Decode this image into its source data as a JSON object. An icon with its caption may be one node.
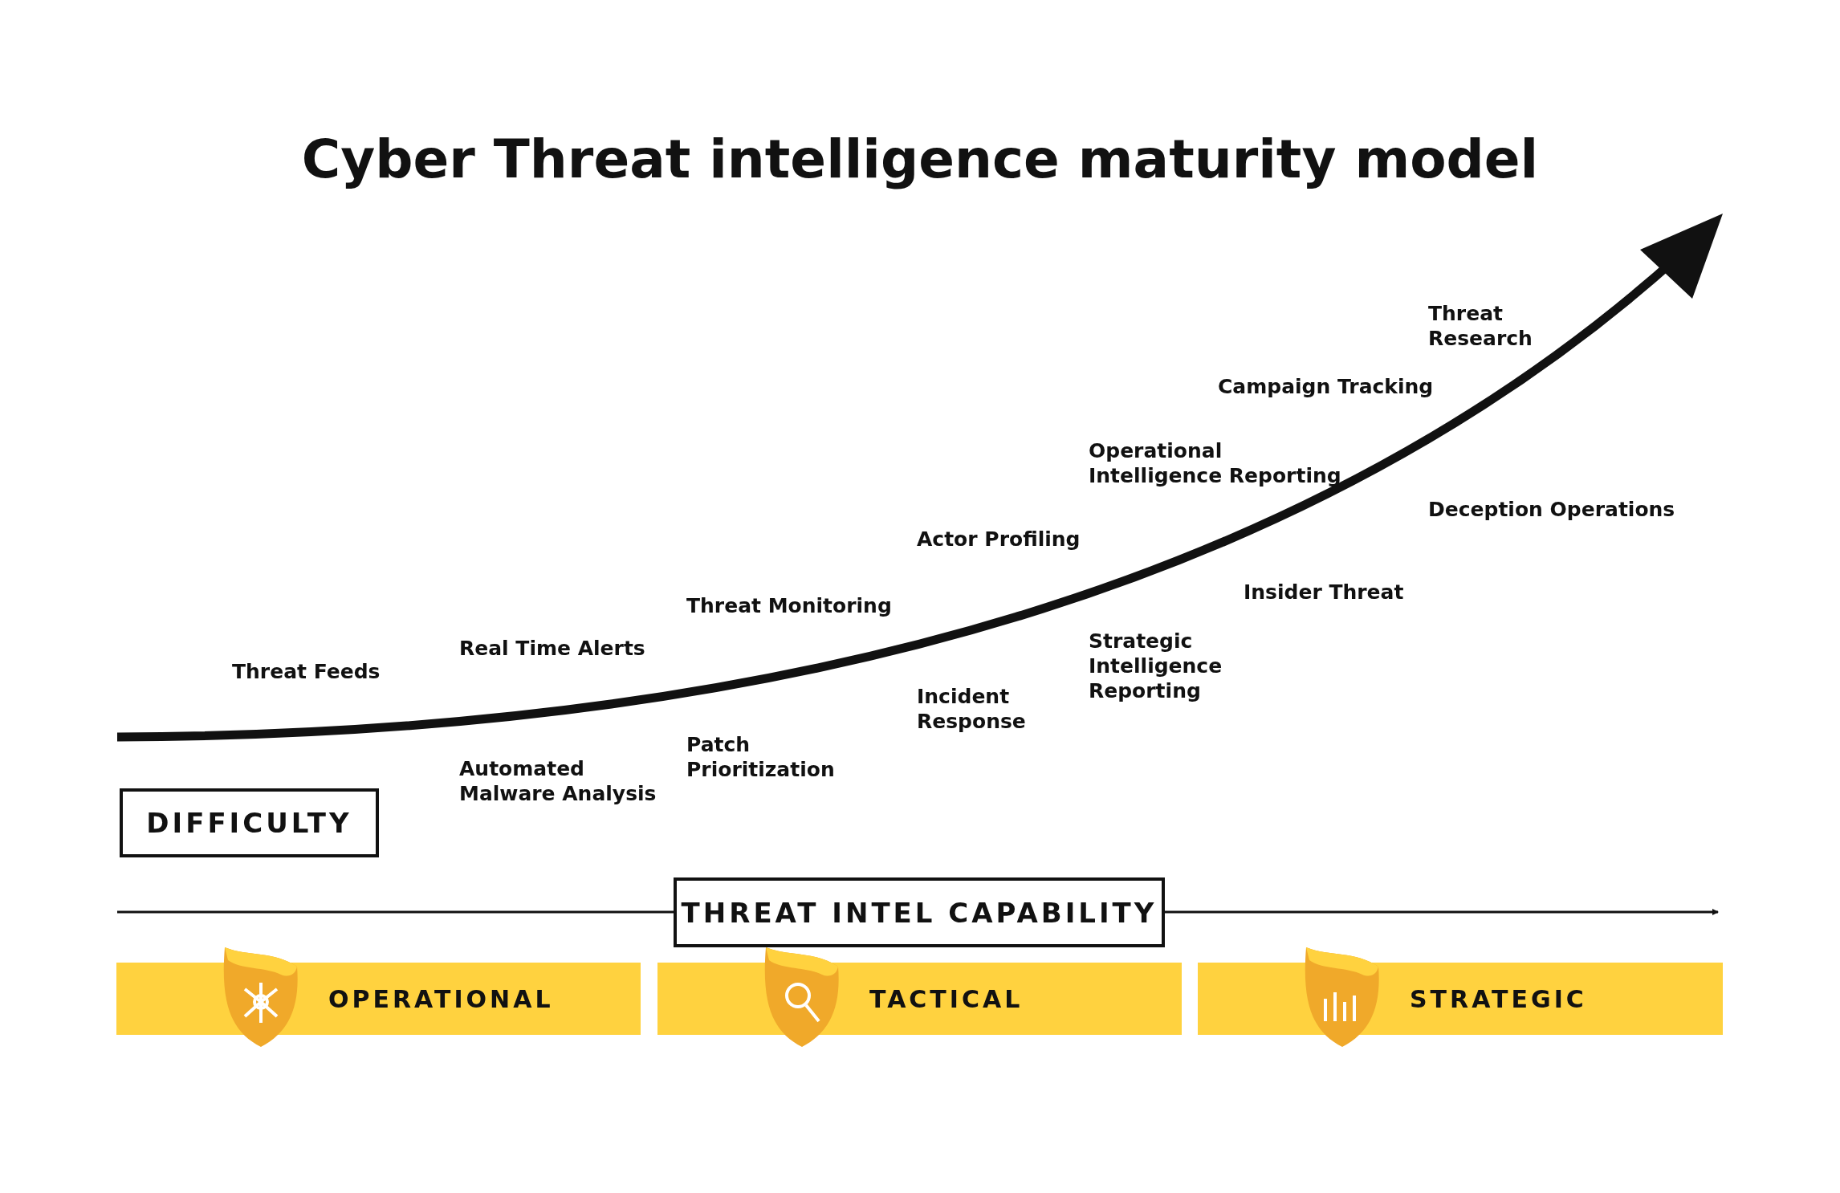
{
  "diagram": {
    "title": "Cyber Threat intelligence maturity model",
    "nodes": [
      {
        "text": [
          "DIFFICULTY"
        ]
      },
      {
        "text": [
          "THREAT INTEL CAPABILITY"
        ]
      },
      {
        "text": [
          "OPERATIONAL"
        ]
      },
      {
        "text": [
          "TACTICAL"
        ]
      },
      {
        "text": [
          "STRATEGIC"
        ]
      }
    ],
    "labels": [
      "Threat Research",
      "Campaign Tracking",
      "Operational Intelligence Reporting",
      "Actor Profiling",
      "Deception Operations",
      "Threat Monitoring",
      "Insider Threat",
      "Real Time Alerts",
      "Strategic Intelligence Reporting",
      "Threat Feeds",
      "Incident Response",
      "Patch Prioritization",
      "Automated Malware Analysis"
    ]
  }
}
